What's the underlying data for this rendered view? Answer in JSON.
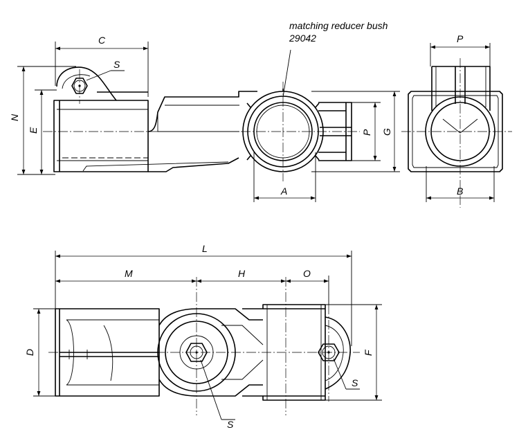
{
  "note": {
    "line1": "matching reducer bush",
    "line2": "29042"
  },
  "labels": {
    "C": "C",
    "S": "S",
    "N": "N",
    "E": "E",
    "P": "P",
    "G": "G",
    "A": "A",
    "B": "B",
    "L": "L",
    "M": "M",
    "H": "H",
    "O": "O",
    "D": "D",
    "F": "F"
  }
}
